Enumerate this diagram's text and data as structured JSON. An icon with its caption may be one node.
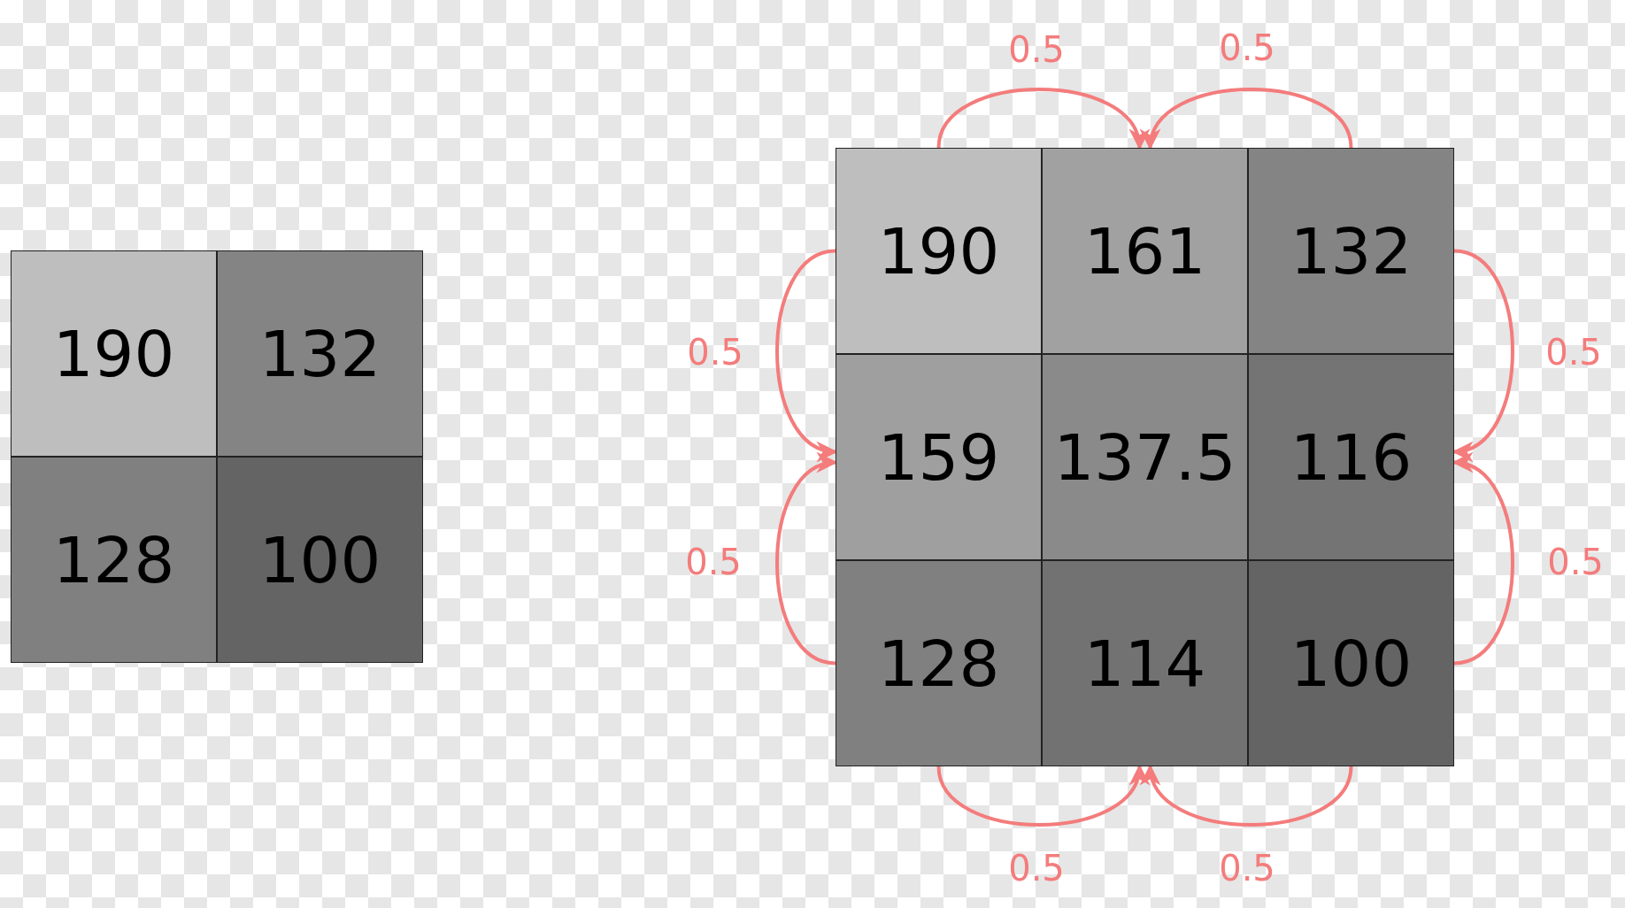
{
  "diagram": {
    "nodes": [
      {
        "text": [
          "190"
        ]
      },
      {
        "text": [
          "132"
        ]
      },
      {
        "text": [
          "128"
        ]
      },
      {
        "text": [
          "100"
        ]
      },
      {
        "text": [
          "190"
        ]
      },
      {
        "text": [
          "161"
        ]
      },
      {
        "text": [
          "132"
        ]
      },
      {
        "text": [
          "159"
        ]
      },
      {
        "text": [
          "137.5"
        ]
      },
      {
        "text": [
          "116"
        ]
      },
      {
        "text": [
          "128"
        ]
      },
      {
        "text": [
          "114"
        ]
      },
      {
        "text": [
          "100"
        ]
      }
    ],
    "edges": [
      {
        "from": 4,
        "to": 5,
        "arrow": "to",
        "label": "0.5"
      },
      {
        "from": 6,
        "to": 5,
        "arrow": "to",
        "label": "0.5"
      },
      {
        "from": 4,
        "to": 7,
        "arrow": "to",
        "label": "0.5"
      },
      {
        "from": 10,
        "to": 7,
        "arrow": "to",
        "label": "0.5"
      },
      {
        "from": 6,
        "to": 9,
        "arrow": "to",
        "label": "0.5"
      },
      {
        "from": 12,
        "to": 9,
        "arrow": "to",
        "label": "0.5"
      },
      {
        "from": 10,
        "to": 11,
        "arrow": "to",
        "label": "0.5"
      },
      {
        "from": 12,
        "to": 11,
        "arrow": "to",
        "label": "0.5"
      }
    ]
  }
}
